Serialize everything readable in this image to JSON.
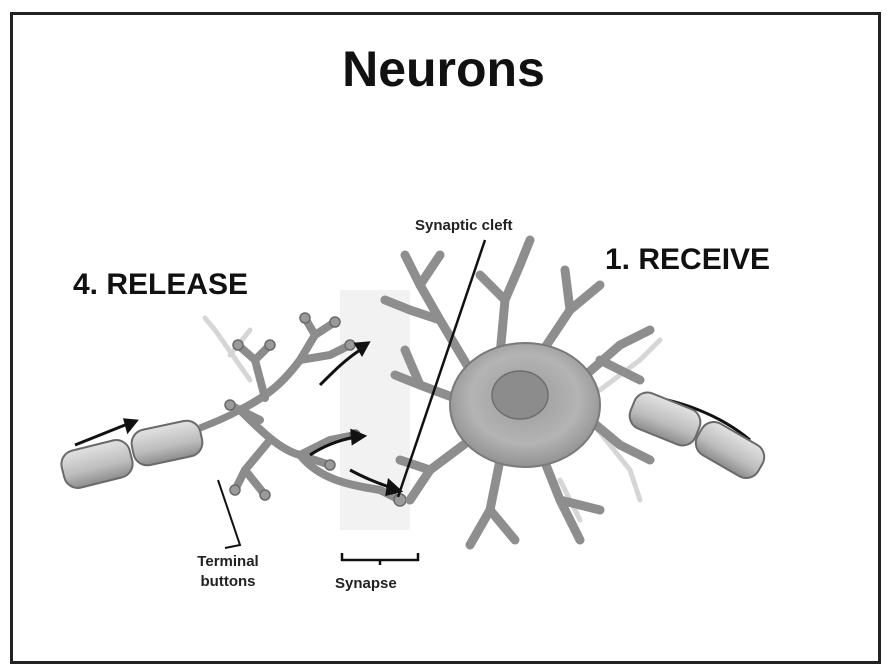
{
  "title": "Neurons",
  "labels": {
    "release": "4. RELEASE",
    "receive": "1. RECEIVE",
    "synaptic_cleft": "Synaptic cleft",
    "terminal_buttons_line1": "Terminal",
    "terminal_buttons_line2": "buttons",
    "synapse": "Synapse"
  },
  "colors": {
    "frame": "#222222",
    "text": "#111111",
    "neuron_body": "#a9a9a9",
    "neuron_dark": "#6e6e6e",
    "axon": "#c8c8c8"
  }
}
